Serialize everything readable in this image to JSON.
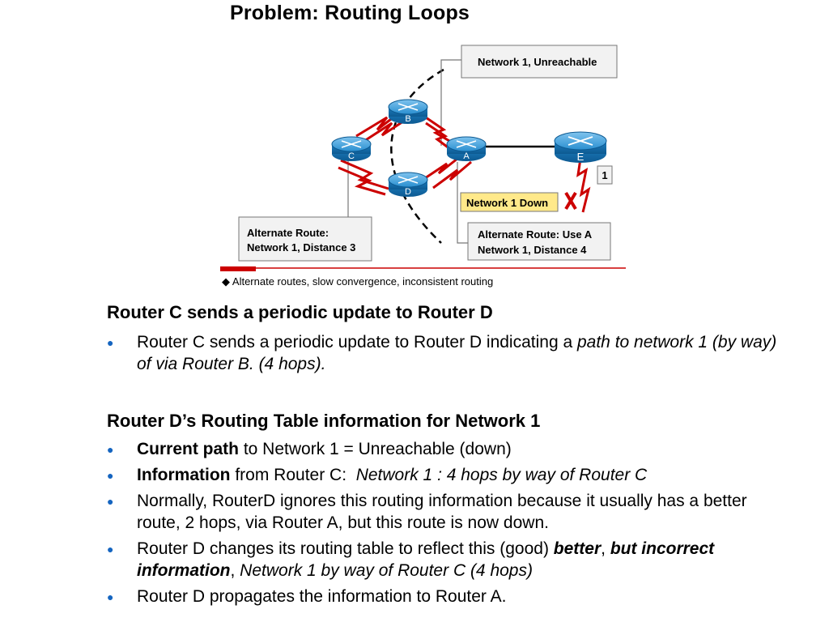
{
  "slide": {
    "title": "Problem: Routing Loops",
    "diagram": {
      "labels": {
        "unreachable": "Network 1, Unreachable",
        "alt_c_line1": "Alternate Route:",
        "alt_c_line2": "Network 1, Distance 3",
        "alt_a_line1": "Alternate Route: Use A",
        "alt_a_line2": "Network 1, Distance 4",
        "network_down": "Network 1 Down",
        "network_number": "1"
      },
      "routers": [
        "B",
        "C",
        "A",
        "D",
        "E"
      ],
      "colors": {
        "link": "#cc0000",
        "router_body": "#1e88c8",
        "highlight_box": "#ffe98a"
      }
    },
    "footnote": "Alternate routes, slow convergence, inconsistent routing",
    "section1": {
      "heading": "Router C sends a periodic update to Router D",
      "bullet1_normal": "Router C sends a periodic update to Router D indicating a ",
      "bullet1_italic": "path to network 1 (by way) of via Router B. (4 hops)."
    },
    "section2": {
      "heading": "Router D’s Routing Table information for Network 1",
      "b1_bold": "Current path",
      "b1_rest": " to Network 1 = Unreachable (down)",
      "b2_bold": "Information",
      "b2_rest": " from Router C:  ",
      "b2_italic": "Network 1 : 4 hops by way of Router C",
      "b3": "Normally, RouterD ignores this routing information because it usually has a better route, 2 hops, via Router A, but this route is now down.",
      "b4_normal": "Router D changes its routing table to reflect this (good) ",
      "b4_bi1": "better",
      "b4_sep": ", ",
      "b4_bi2": "but incorrect information",
      "b4_comma": ", ",
      "b4_italic": "Network 1 by way of Router C (4 hops)",
      "b5": "Router D propagates the information to Router A."
    }
  }
}
